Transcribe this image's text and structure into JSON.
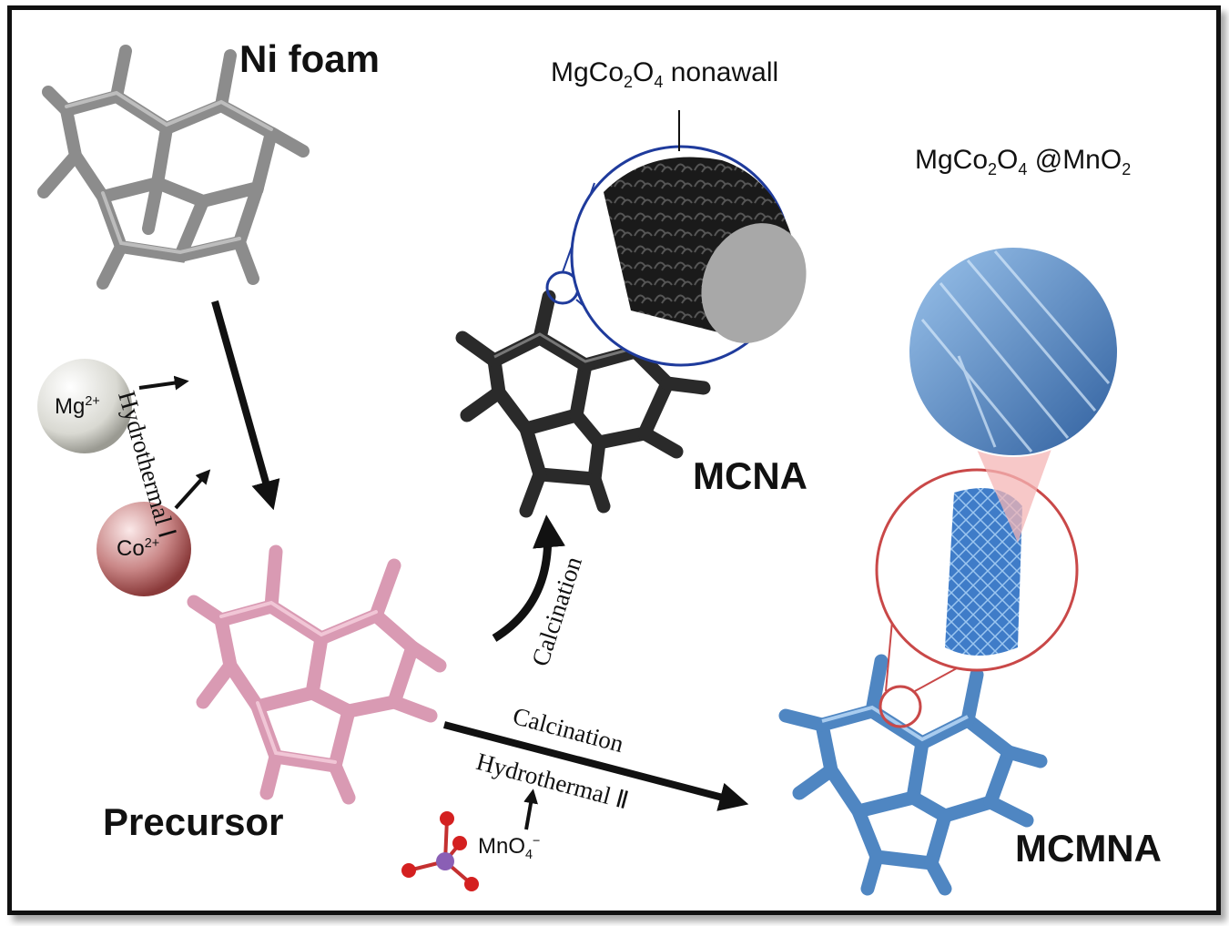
{
  "labels": {
    "ni_foam": "Ni foam",
    "precursor": "Precursor",
    "mcna": "MCNA",
    "mcmna": "MCMNA",
    "nanowall_main": "MgCo",
    "nanowall_sub1": "2",
    "nanowall_mid": "O",
    "nanowall_sub2": "4",
    "nanowall_tail": " nonawall",
    "core_main": "MgCo",
    "core_sub1": "2",
    "core_mid": "O",
    "core_sub2": "4",
    "core_tail": " @MnO",
    "core_sub3": "2"
  },
  "arrows": {
    "hydrothermal_1": "Hydrothermal Ⅰ",
    "calcination_up": "Calcination",
    "calcination_low": "Calcination",
    "hydrothermal_2": "Hydrothermal Ⅱ"
  },
  "ions": {
    "mg_base": "Mg",
    "mg_charge": "2+",
    "co_base": "Co",
    "co_charge": "2+",
    "mno4_base": "MnO",
    "mno4_sub": "4",
    "mno4_charge": "−"
  },
  "colors": {
    "ni_foam": "#8c8c8c",
    "precursor": "#d99ab3",
    "mcna": "#2a2a2a",
    "mcmna": "#4f86c2",
    "zoom_blue_ring": "#1f3b9c",
    "zoom_red_ring": "#c94848"
  }
}
